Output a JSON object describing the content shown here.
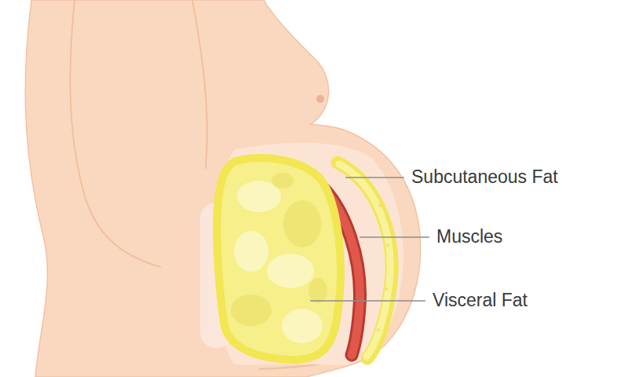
{
  "diagram": {
    "labels": [
      "Subcutaneous Fat",
      "Muscles",
      "Visceral Fat"
    ]
  }
}
